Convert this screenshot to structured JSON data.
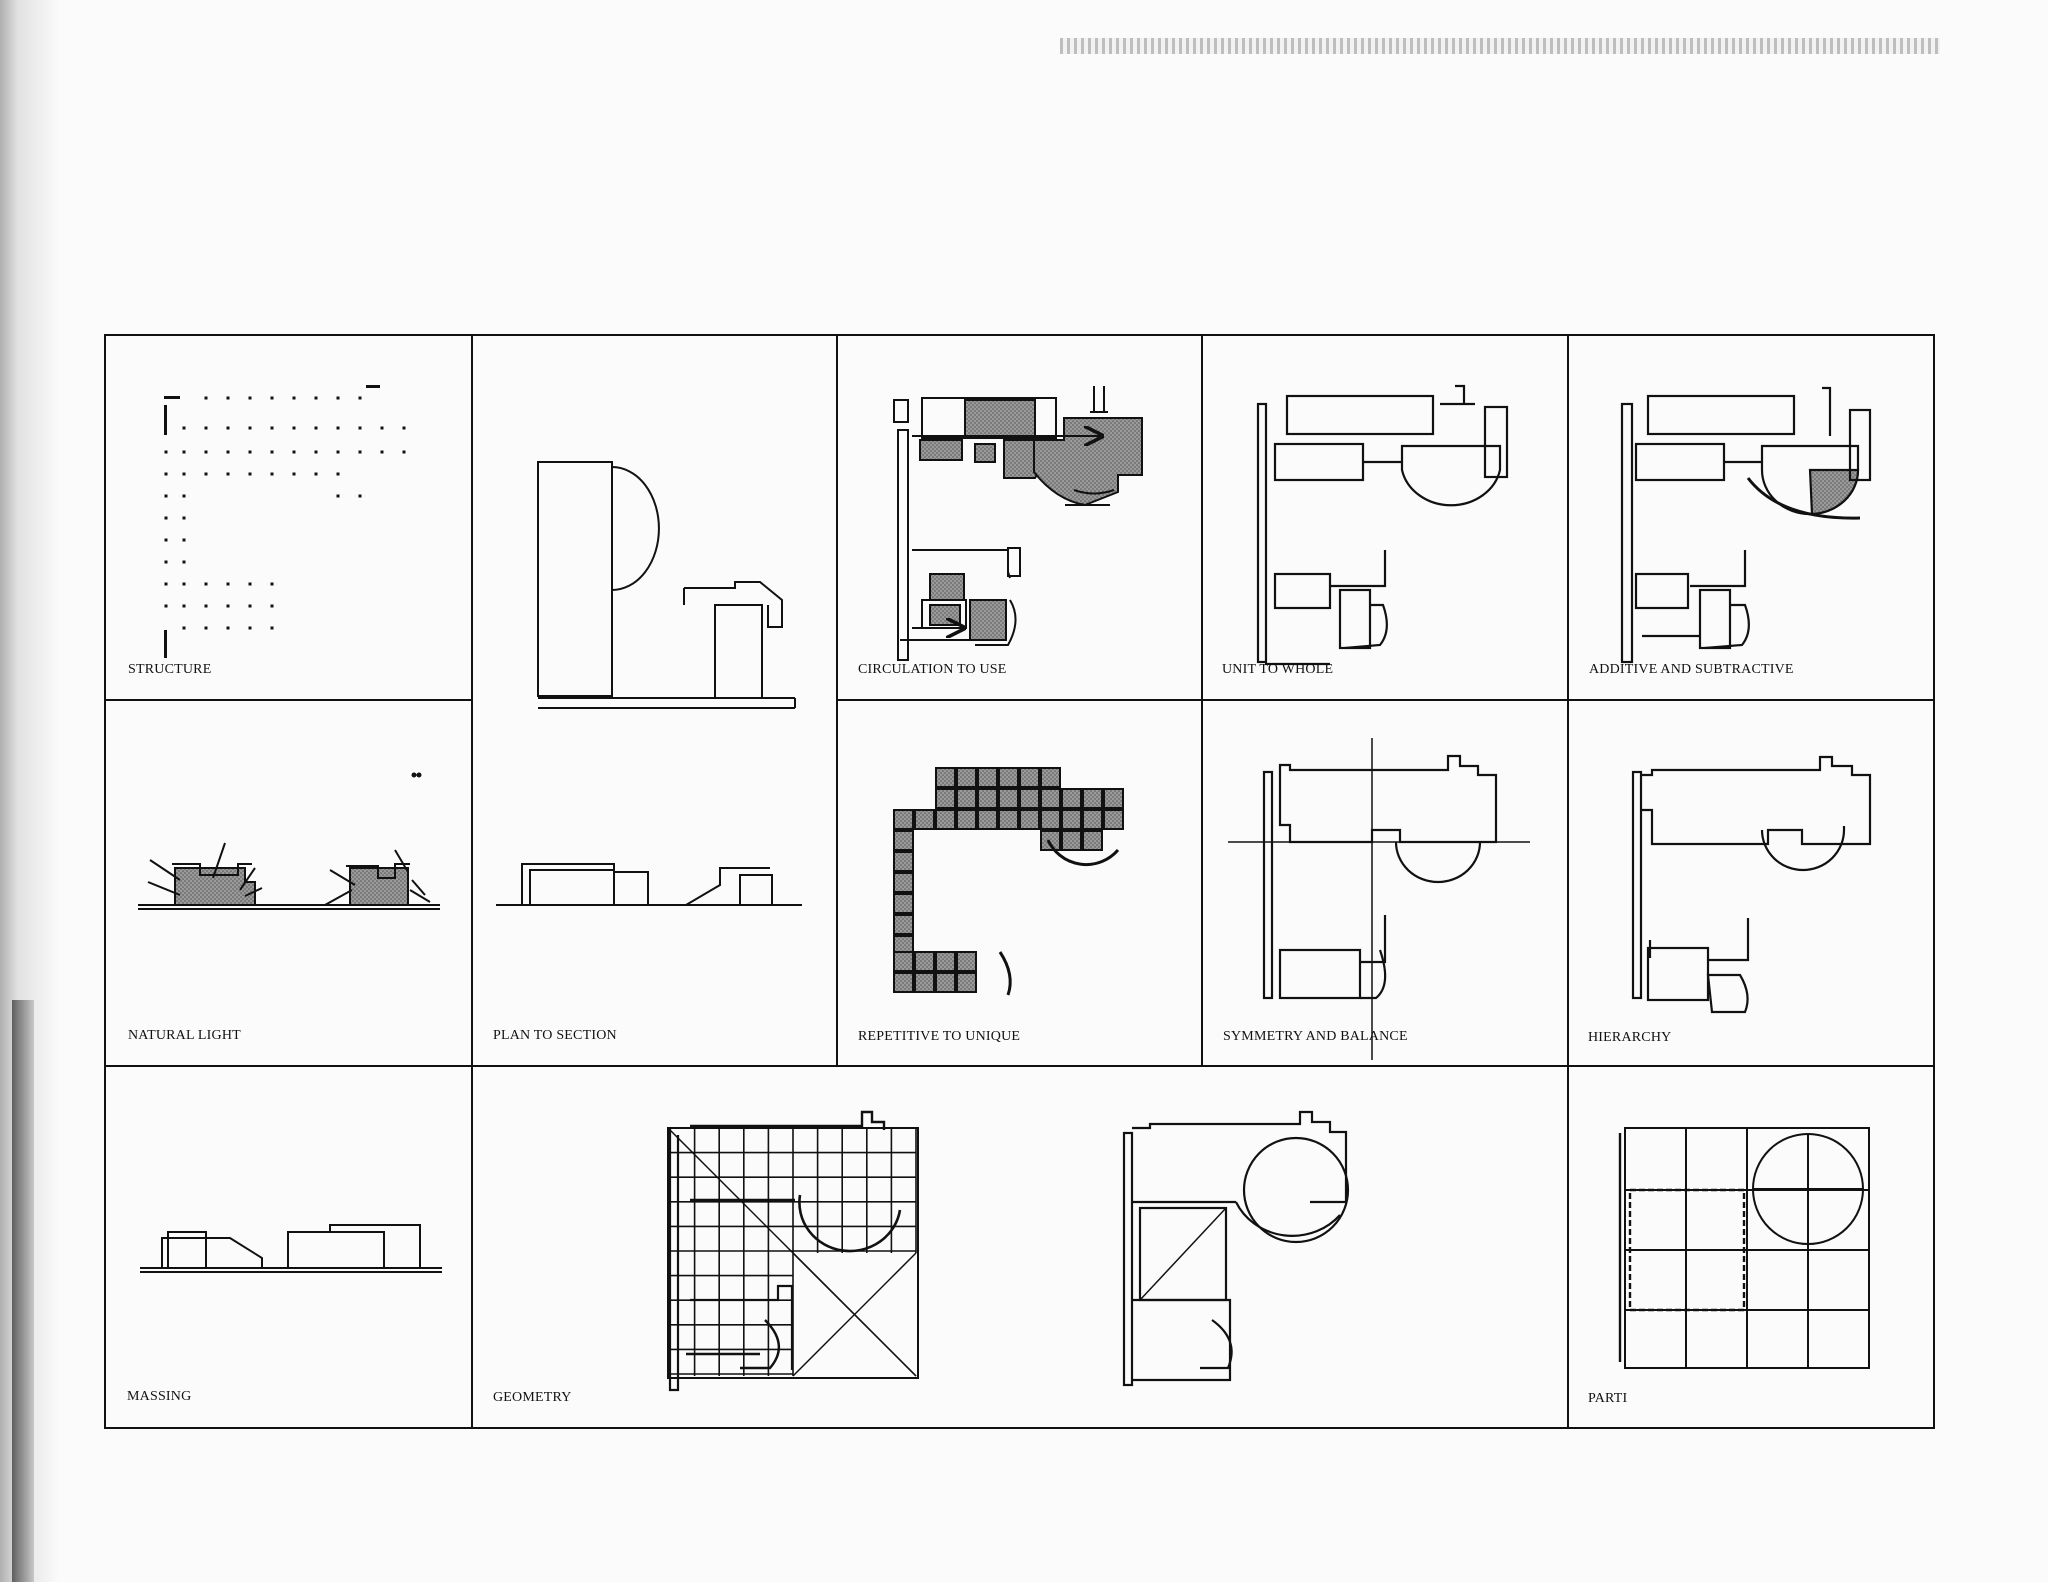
{
  "labels": {
    "structure": "STRUCTURE",
    "plan_to_section": "PLAN TO SECTION",
    "circulation_to_use": "CIRCULATION TO USE",
    "unit_to_whole": "UNIT TO WHOLE",
    "additive_and_subtractive": "ADDITIVE AND SUBTRACTIVE",
    "natural_light": "NATURAL LIGHT",
    "repetitive_to_unique": "REPETITIVE TO UNIQUE",
    "symmetry_and_balance": "SYMMETRY AND BALANCE",
    "hierarchy": "HIERARCHY",
    "massing": "MASSING",
    "geometry": "GEOMETRY",
    "parti": "PARTI"
  },
  "colors": {
    "ink": "#111111",
    "hatch": "#8a8a8a",
    "paper": "#fbfbfb"
  }
}
